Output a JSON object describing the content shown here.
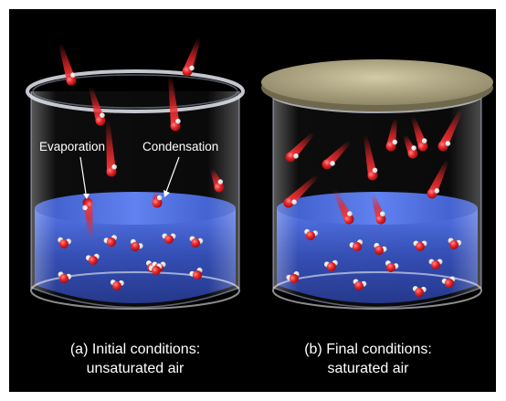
{
  "labels": {
    "evaporation": "Evaporation",
    "condensation": "Condensation"
  },
  "captions": {
    "a_line1": "(a) Initial conditions:",
    "a_line2": "unsaturated air",
    "b_line1": "(b) Final conditions:",
    "b_line2": "saturated air"
  },
  "colors": {
    "background": "#000000",
    "water": "#2f4fbf",
    "molecule_oxygen": "#e8262a",
    "molecule_hydrogen": "#ffffff",
    "lid": "#b9b08e",
    "text": "#ffffff"
  }
}
